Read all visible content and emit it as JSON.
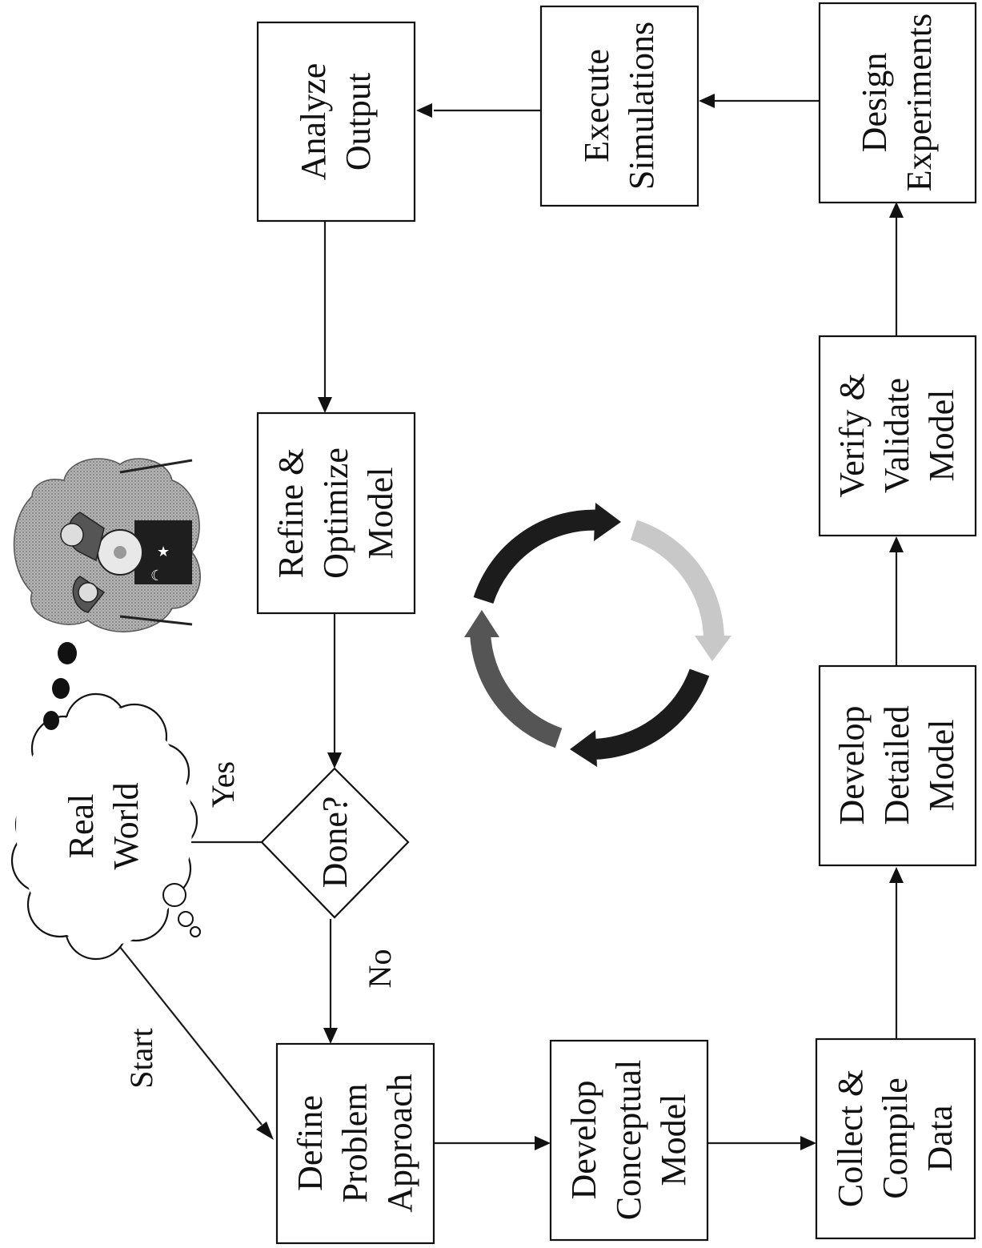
{
  "diagram": {
    "nodes": {
      "define": [
        "Define",
        "Problem",
        "Approach"
      ],
      "conceptual": [
        "Develop",
        "Conceptual",
        "Model"
      ],
      "collect": [
        "Collect &",
        "Compile",
        "Data"
      ],
      "detailed": [
        "Develop",
        "Detailed",
        "Model"
      ],
      "verify": [
        "Verify &",
        "Validate",
        "Model"
      ],
      "design": [
        "Design",
        "Experiments"
      ],
      "execute": [
        "Execute",
        "Simulations"
      ],
      "analyze": [
        "Analyze",
        "Output"
      ],
      "refine": [
        "Refine &",
        "Optimize",
        "Model"
      ],
      "done": [
        "Done?"
      ],
      "real_world": [
        "Real",
        "World"
      ]
    },
    "edge_labels": {
      "start": "Start",
      "yes": "Yes",
      "no": "No"
    }
  },
  "colors": {
    "ink": "#111111",
    "cycle_dark": "#1c1c1c",
    "cycle_mid": "#555555",
    "cycle_light": "#c8c8c8"
  },
  "icons": {
    "thought_bubble": "thought-cloud",
    "illustration": "fortune-teller-scene",
    "cycle": "circular-arrows"
  }
}
